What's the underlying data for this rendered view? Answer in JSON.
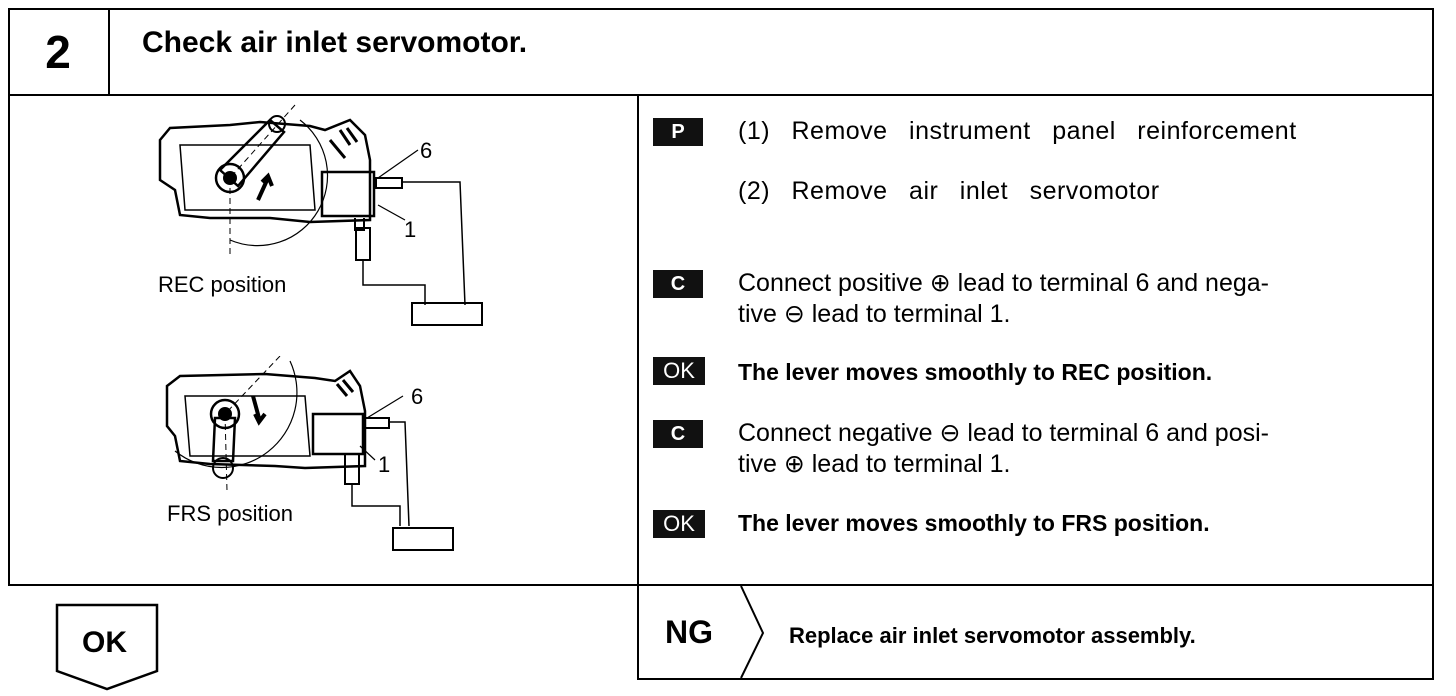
{
  "header": {
    "step_number": "2",
    "title": "Check air inlet servomotor."
  },
  "figures": {
    "top_caption": "REC position",
    "bottom_caption": "FRS position",
    "terminal_a": "6",
    "terminal_b": "1"
  },
  "instructions": [
    {
      "tag": "P",
      "text": "(1) Remove instrument panel reinforcement"
    },
    {
      "tag": "",
      "text": "(2) Remove air inlet servomotor"
    },
    {
      "tag": "C",
      "line1": "Connect positive ⊕ lead to terminal 6 and nega-",
      "line2": "tive ⊖ lead to terminal 1."
    },
    {
      "tag": "OK",
      "text": "The lever moves smoothly to REC position."
    },
    {
      "tag": "C",
      "line1": "Connect negative ⊖ lead to terminal 6 and posi-",
      "line2": "tive ⊕ lead to terminal 1."
    },
    {
      "tag": "OK",
      "text": "The lever moves smoothly to FRS position."
    }
  ],
  "result": {
    "ok_label": "OK",
    "ng_label": "NG",
    "ng_action": "Replace air inlet servomotor assembly."
  }
}
